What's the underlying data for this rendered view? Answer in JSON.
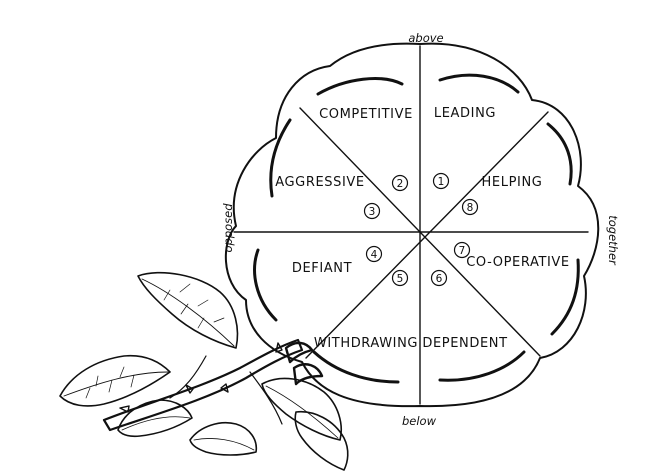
{
  "axis_labels": {
    "top": "above",
    "bottom": "below",
    "left": "opposed",
    "right": "together"
  },
  "segments": [
    {
      "label": "LEADING",
      "number": "1"
    },
    {
      "label": "COMPETITIVE",
      "number": "2"
    },
    {
      "label": "AGGRESSIVE",
      "number": "3"
    },
    {
      "label": "DEFIANT",
      "number": "4"
    },
    {
      "label": "WITHDRAWING",
      "number": "5"
    },
    {
      "label": "DEPENDENT",
      "number": "6"
    },
    {
      "label": "CO-OPERATIVE",
      "number": "7"
    },
    {
      "label": "HELPING",
      "number": "8"
    }
  ],
  "colors": {
    "ink": "#111111",
    "paper": "#ffffff"
  }
}
